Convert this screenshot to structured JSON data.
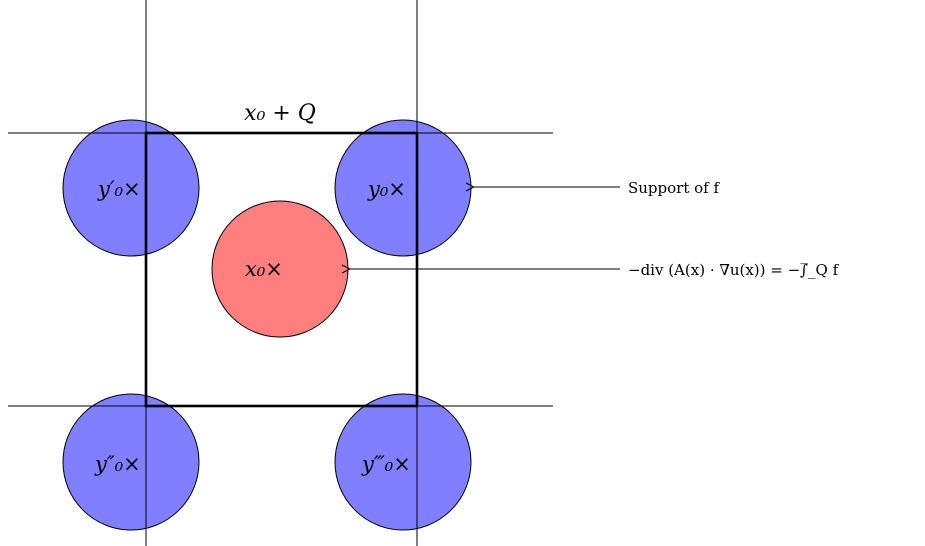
{
  "diagram": {
    "square_label": "x₀ + Q",
    "points": {
      "y0_prime": "y′₀×",
      "y0": "y₀×",
      "x0": "x₀×",
      "y0_double_prime": "y″₀×",
      "y0_triple_prime": "y‴₀×"
    },
    "annotations": {
      "support": "Support of f",
      "equation": "−div (A(x) · ∇u(x)) = −∫̅_Q f"
    },
    "colors": {
      "blue_disk": "#7f7fff",
      "red_disk": "#ff7f7f",
      "stroke": "#000000"
    }
  }
}
